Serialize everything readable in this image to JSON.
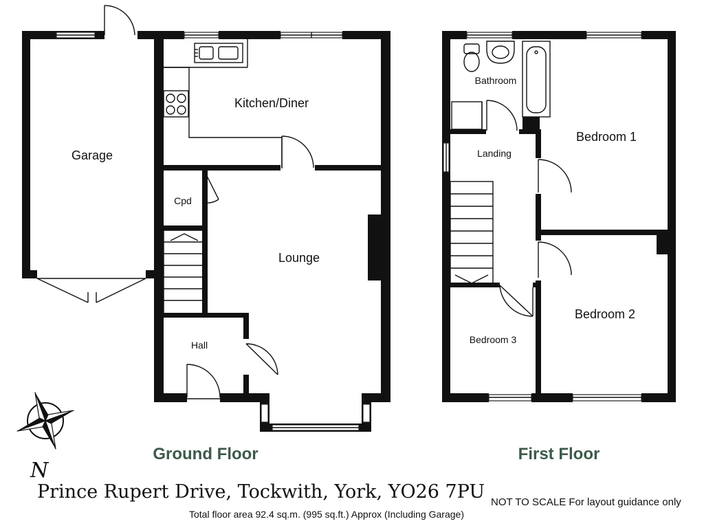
{
  "floors": {
    "ground": "Ground Floor",
    "first": "First Floor"
  },
  "rooms": {
    "garage": "Garage",
    "kitchen": "Kitchen/Diner",
    "cupboard": "Cpd",
    "lounge": "Lounge",
    "hall": "Hall",
    "bathroom": "Bathroom",
    "landing": "Landing",
    "bedroom1": "Bedroom 1",
    "bedroom2": "Bedroom 2",
    "bedroom3": "Bedroom 3"
  },
  "compass": {
    "north_label": "N",
    "icon": "compass-rose-icon"
  },
  "footer": {
    "address": "Prince Rupert Drive, Tockwith, York, YO26 7PU",
    "disclaimer": "NOT TO SCALE For layout guidance only",
    "total_area": "Total floor area 92.4 sq.m. (995 sq.ft.) Approx (Including Garage)"
  }
}
